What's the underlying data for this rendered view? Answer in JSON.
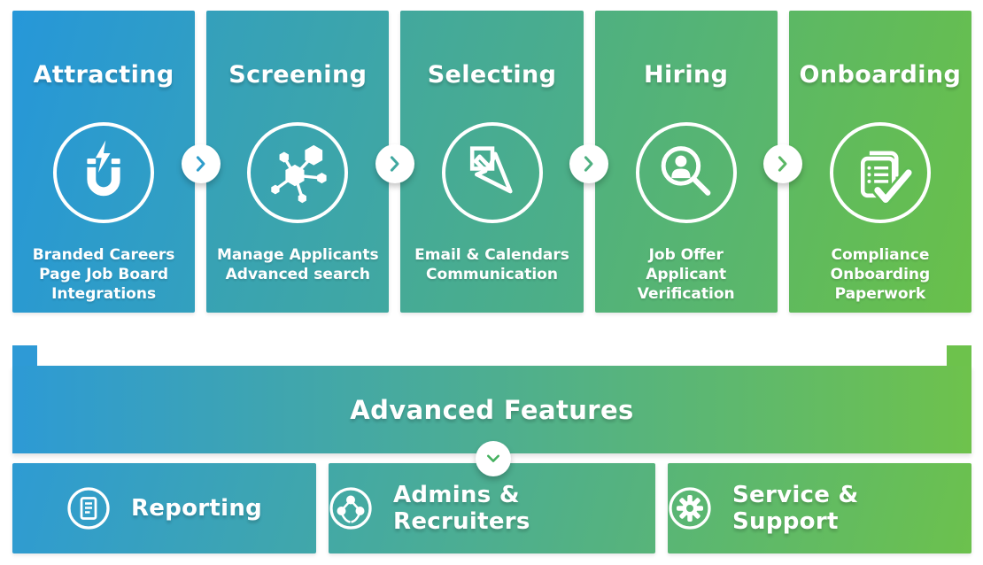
{
  "stages": [
    {
      "title": "Attracting",
      "icon": "magnet-lightning-icon",
      "lines": [
        "Branded Careers",
        "Page Job Board",
        "Integrations"
      ]
    },
    {
      "title": "Screening",
      "icon": "molecule-network-icon",
      "lines": [
        "Manage Applicants",
        "Advanced search",
        ""
      ]
    },
    {
      "title": "Selecting",
      "icon": "cursor-click-icon",
      "lines": [
        "Email & Calendars",
        "Communication",
        ""
      ]
    },
    {
      "title": "Hiring",
      "icon": "applicant-search-icon",
      "lines": [
        "Job Offer",
        "Applicant",
        "Verification"
      ]
    },
    {
      "title": "Onboarding",
      "icon": "checklist-check-icon",
      "lines": [
        "Compliance",
        "Onboarding",
        "Paperwork"
      ]
    }
  ],
  "banner": {
    "title": "Advanced Features",
    "chevron_icon": "chevron-down-icon"
  },
  "features": [
    {
      "label": "Reporting",
      "icon": "report-document-icon"
    },
    {
      "label": "Admins & Recruiters",
      "icon": "share-network-icon"
    },
    {
      "label": "Service & Support",
      "icon": "gear-icon"
    }
  ],
  "colors": {
    "gradient_start": "#2798D8",
    "gradient_end": "#69C04A",
    "banner_start": "#2D9AD5",
    "banner_end": "#6EC24C",
    "arrow_chevrons": [
      "#2F9DCB",
      "#41A8A0",
      "#4FB081",
      "#5BB765"
    ],
    "down_chevron": "#45B15F",
    "icon_white": "#FFFFFF"
  }
}
